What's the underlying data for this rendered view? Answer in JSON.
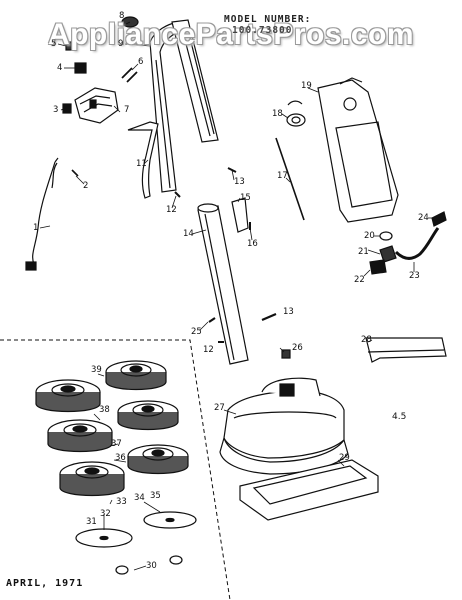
{
  "watermark": "AppliancePartsPros.com",
  "model": {
    "title": "MODEL NUMBER:",
    "number": "100.73800"
  },
  "date": "APRIL, 1971",
  "extra_label": "4.5",
  "callouts": [
    "1",
    "2",
    "3",
    "4",
    "5",
    "6",
    "7",
    "8",
    "9",
    "11",
    "12",
    "12",
    "13",
    "13",
    "14",
    "15",
    "16",
    "17",
    "18",
    "19",
    "20",
    "21",
    "22",
    "23",
    "24",
    "25",
    "26",
    "27",
    "28",
    "29",
    "30",
    "31",
    "32",
    "33",
    "34",
    "35",
    "36",
    "37",
    "38",
    "39"
  ]
}
